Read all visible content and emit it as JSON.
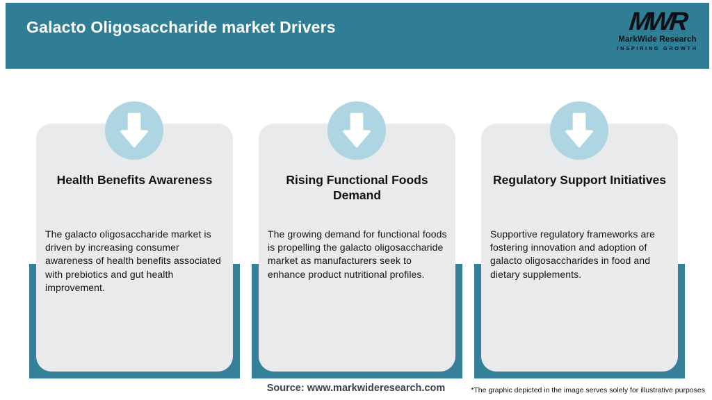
{
  "header": {
    "title": "Galacto Oligosaccharide market Drivers",
    "logo": {
      "monogram": "MWR",
      "name": "MarkWide Research",
      "tagline": "INSPIRING GROWTH"
    }
  },
  "cards": [
    {
      "icon": "arrow-down-icon",
      "title": "Health Benefits Awareness",
      "description": "The galacto oligosaccharide market is driven by increasing consumer awareness of health benefits associated with prebiotics and gut health improvement."
    },
    {
      "icon": "arrow-down-icon",
      "title": "Rising Functional Foods Demand",
      "description": "The growing demand for functional foods is propelling the galacto oligosaccharide market as manufacturers seek to enhance product nutritional profiles."
    },
    {
      "icon": "arrow-down-icon",
      "title": "Regulatory Support Initiatives",
      "description": "Supportive regulatory frameworks are fostering innovation and adoption of galacto oligosaccharides in food and dietary supplements."
    }
  ],
  "footer": {
    "source": "Source: www.markwideresearch.com",
    "disclaimer": "*The graphic depicted in the image serves solely for illustrative purposes"
  },
  "colors": {
    "header_teal": "#2f7e95",
    "backing_teal": "#37809a",
    "card_gray": "#e8eaec",
    "circle_blue": "#aed5e2",
    "title_text": "#121212",
    "source_text": "#3c424a"
  }
}
